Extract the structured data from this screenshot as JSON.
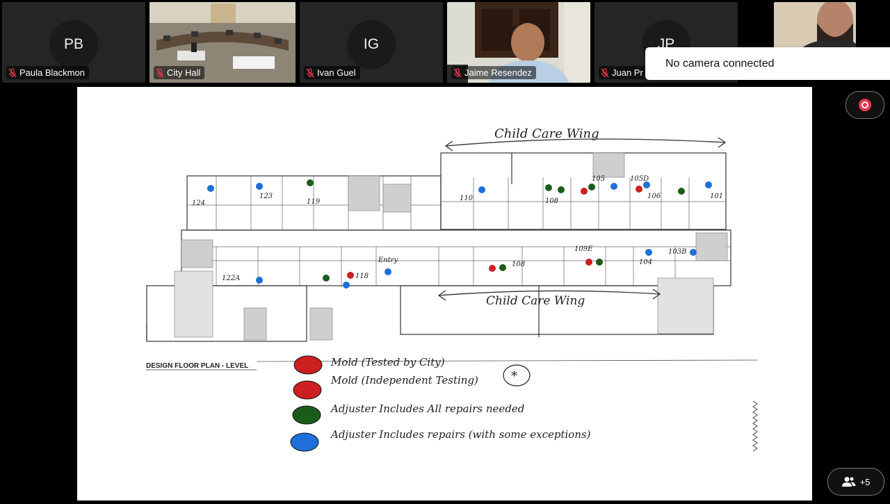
{
  "participants": [
    {
      "initials": "PB",
      "name": "Paula Blackmon",
      "muted": true
    },
    {
      "initials": "",
      "name": "City Hall",
      "muted": true
    },
    {
      "initials": "IG",
      "name": "Ivan Guel",
      "muted": true
    },
    {
      "initials": "",
      "name": "Jaime Resendez",
      "muted": true
    },
    {
      "initials": "JP",
      "name": "Juan Pr",
      "muted": true
    }
  ],
  "toast": {
    "message": "No camera connected"
  },
  "participants_button": {
    "count": "+5"
  },
  "shared_content": {
    "top_label": "Child Care Wing",
    "bottom_label": "Child Care Wing",
    "plan_title": "DESIGN FLOOR PLAN - LEVEL",
    "room_numbers": [
      "124",
      "123",
      "119",
      "110",
      "108",
      "105",
      "105D",
      "106",
      "101",
      "122A",
      "118",
      "Entry",
      "109E",
      "108",
      "104",
      "103B"
    ],
    "legend": [
      {
        "label": "Mold (Tested by City)",
        "color": "#cc1f1f"
      },
      {
        "label": "Mold (Independent Testing)",
        "color": "#cc1f1f",
        "mark": "*"
      },
      {
        "label": "Adjuster Includes All repairs needed",
        "color": "#1a5c1a"
      },
      {
        "label": "Adjuster Includes repairs (with some exceptions)",
        "color": "#1e6fd9"
      }
    ]
  },
  "colors": {
    "mold": "#cc1f1f",
    "adjuster_all": "#1a5c1a",
    "adjuster_some": "#1e6fd9",
    "record": "#e8384f"
  }
}
